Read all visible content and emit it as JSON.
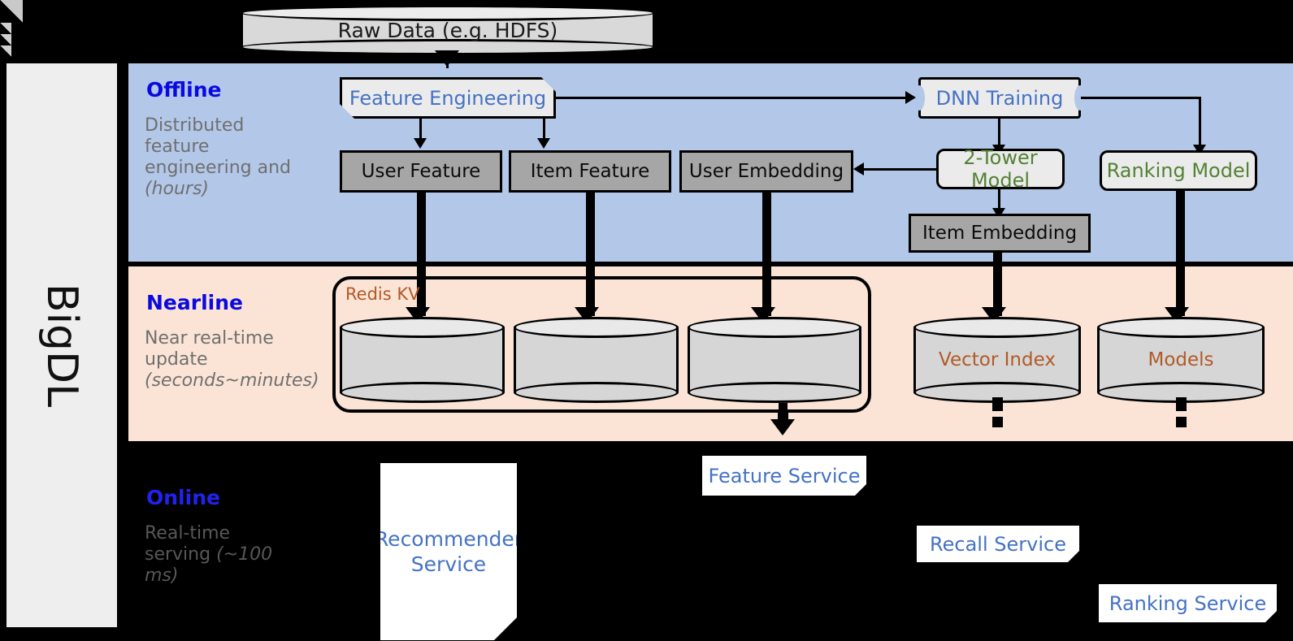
{
  "framework": {
    "name": "BigDL"
  },
  "source": {
    "label": "Raw Data (e.g. HDFS)"
  },
  "bands": {
    "offline": {
      "title": "Offline",
      "subtitle": "Distributed feature engineering and ",
      "subtitle_italic": "(hours)",
      "color": "#b3c7e8"
    },
    "nearline": {
      "title": "Nearline",
      "subtitle": "Near real-time update ",
      "subtitle_italic": "(seconds~minutes)",
      "color": "#fbe4d5"
    },
    "online": {
      "title": "Online",
      "subtitle": "Real-time serving ",
      "subtitle_italic": "(~100 ms)",
      "color": "#000000"
    }
  },
  "offline": {
    "feature_engineering": "Feature Engineering",
    "dnn_training": "DNN Training",
    "user_feature": "User Feature",
    "item_feature": "Item Feature",
    "user_embedding": "User Embedding",
    "two_tower_model": "2-Tower Model",
    "ranking_model": "Ranking Model",
    "item_embedding": "Item Embedding"
  },
  "nearline": {
    "redis_kv": "Redis KV",
    "store_1": "",
    "store_2": "",
    "store_3": "",
    "vector_index": "Vector Index",
    "models": "Models"
  },
  "online": {
    "recommender_service": "Recommender Service",
    "feature_service": "Feature Service",
    "recall_service": "Recall Service",
    "ranking_service": "Ranking Service"
  },
  "colors": {
    "offline_band": "#b3c7e8",
    "nearline_band": "#fbe4d5",
    "online_band": "#000000",
    "band_title": "#0a0ae0",
    "band_subtitle": "#6f6f6f",
    "process_text_blue": "#4472c4",
    "model_text_green": "#538135",
    "store_text_brown": "#b15a27",
    "gray_box": "#a6a6a6",
    "light_box": "#ebebeb",
    "rail_bg": "#eeeeee"
  }
}
